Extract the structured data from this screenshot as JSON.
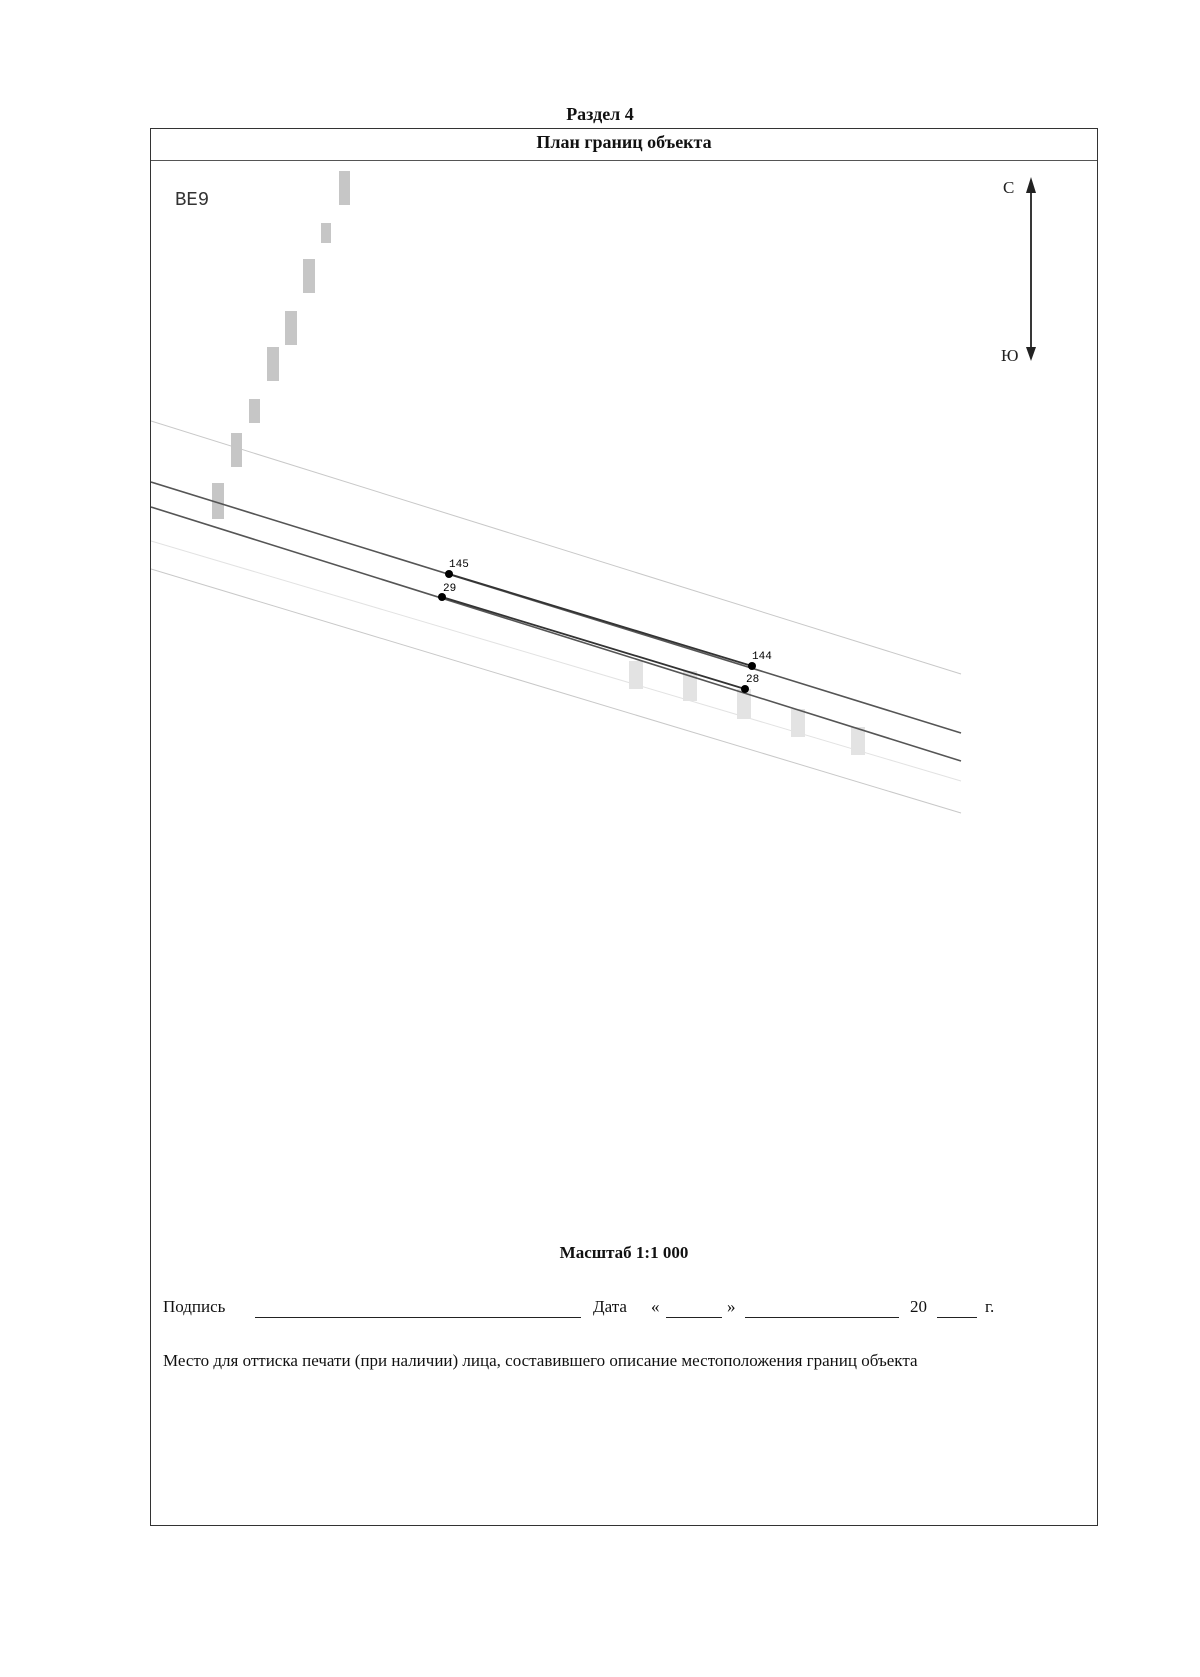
{
  "section": {
    "title": "Раздел 4"
  },
  "header": {
    "title": "План границ объекта"
  },
  "plan": {
    "sheet_label": "ВЕ9",
    "north_label": "С",
    "south_label": "Ю",
    "points": [
      {
        "id": "145",
        "label": "145"
      },
      {
        "id": "29",
        "label": "29"
      },
      {
        "id": "144",
        "label": "144"
      },
      {
        "id": "28",
        "label": "28"
      }
    ]
  },
  "footer": {
    "scale": "Масштаб 1:1 000",
    "signature_label": "Подпись",
    "date_label": "Дата",
    "quote_open": "«",
    "quote_close": "»",
    "year_prefix": "20",
    "year_suffix": "г.",
    "stamp_text": "Место для оттиска печати (при наличии) лица, составившего описание местоположения границ объекта"
  },
  "colors": {
    "line": "#555555",
    "faint": "#bdbdbd",
    "hatch": "#c4c4c4",
    "point": "#000000"
  }
}
